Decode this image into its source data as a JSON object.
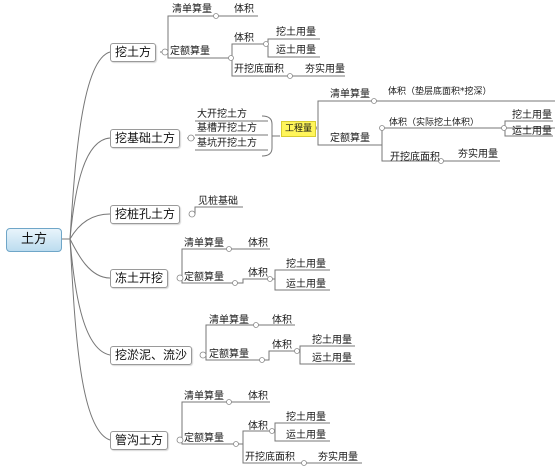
{
  "root": "土方",
  "b1": {
    "label": "挖土方",
    "qing": "清单算量",
    "tiji": "体积",
    "ding": "定额算量",
    "dtiji": "体积",
    "wa": "挖土用量",
    "yun": "运土用量",
    "kai": "开挖底面积",
    "hang": "夯实用量"
  },
  "b2": {
    "label": "挖基础土方",
    "sub1": "大开挖土方",
    "sub2": "基槽开挖土方",
    "sub3": "基坑开挖土方",
    "gcl": "工程量",
    "qing": "清单算量",
    "qtiji": "体积（垫层底面积*挖深）",
    "ding": "定额算量",
    "dtiji": "体积（实际挖土体积）",
    "wa": "挖土用量",
    "yun": "运土用量",
    "kai": "开挖底面积",
    "hang": "夯实用量"
  },
  "b3": {
    "label": "挖桩孔土方",
    "note": "见桩基础"
  },
  "b4": {
    "label": "冻土开挖",
    "qing": "清单算量",
    "tiji": "体积",
    "ding": "定额算量",
    "dtiji": "体积",
    "wa": "挖土用量",
    "yun": "运土用量"
  },
  "b5": {
    "label": "挖淤泥、流沙",
    "qing": "清单算量",
    "tiji": "体积",
    "ding": "定额算量",
    "dtiji": "体积",
    "wa": "挖土用量",
    "yun": "运土用量"
  },
  "b6": {
    "label": "管沟土方",
    "qing": "清单算量",
    "tiji": "体积",
    "ding": "定额算量",
    "dtiji": "体积",
    "wa": "挖土用量",
    "yun": "运土用量",
    "kai": "开挖底面积",
    "hang": "夯实用量"
  }
}
